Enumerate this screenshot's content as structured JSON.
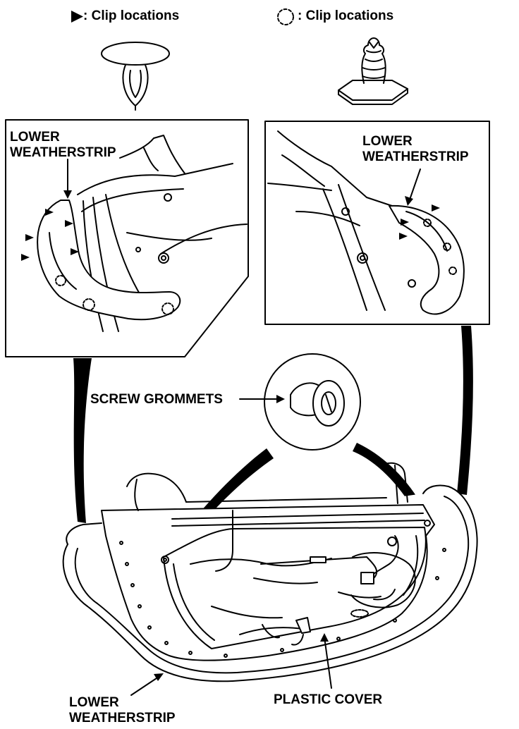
{
  "legend": {
    "triangle_text": ": Clip locations",
    "circle_text": ": Clip locations",
    "triangle_symbol": "triangle-clip-icon",
    "circle_symbol": "dashed-circle-clip-icon"
  },
  "labels": {
    "left_detail_line1": "LOWER",
    "left_detail_line2": "WEATHERSTRIP",
    "right_detail_line1": "LOWER",
    "right_detail_line2": "WEATHERSTRIP",
    "screw_grommets": "SCREW GROMMETS",
    "bottom_weatherstrip_line1": "LOWER",
    "bottom_weatherstrip_line2": "WEATHERSTRIP",
    "plastic_cover": "PLASTIC COVER"
  },
  "colors": {
    "ink": "#000000",
    "paper": "#ffffff"
  }
}
